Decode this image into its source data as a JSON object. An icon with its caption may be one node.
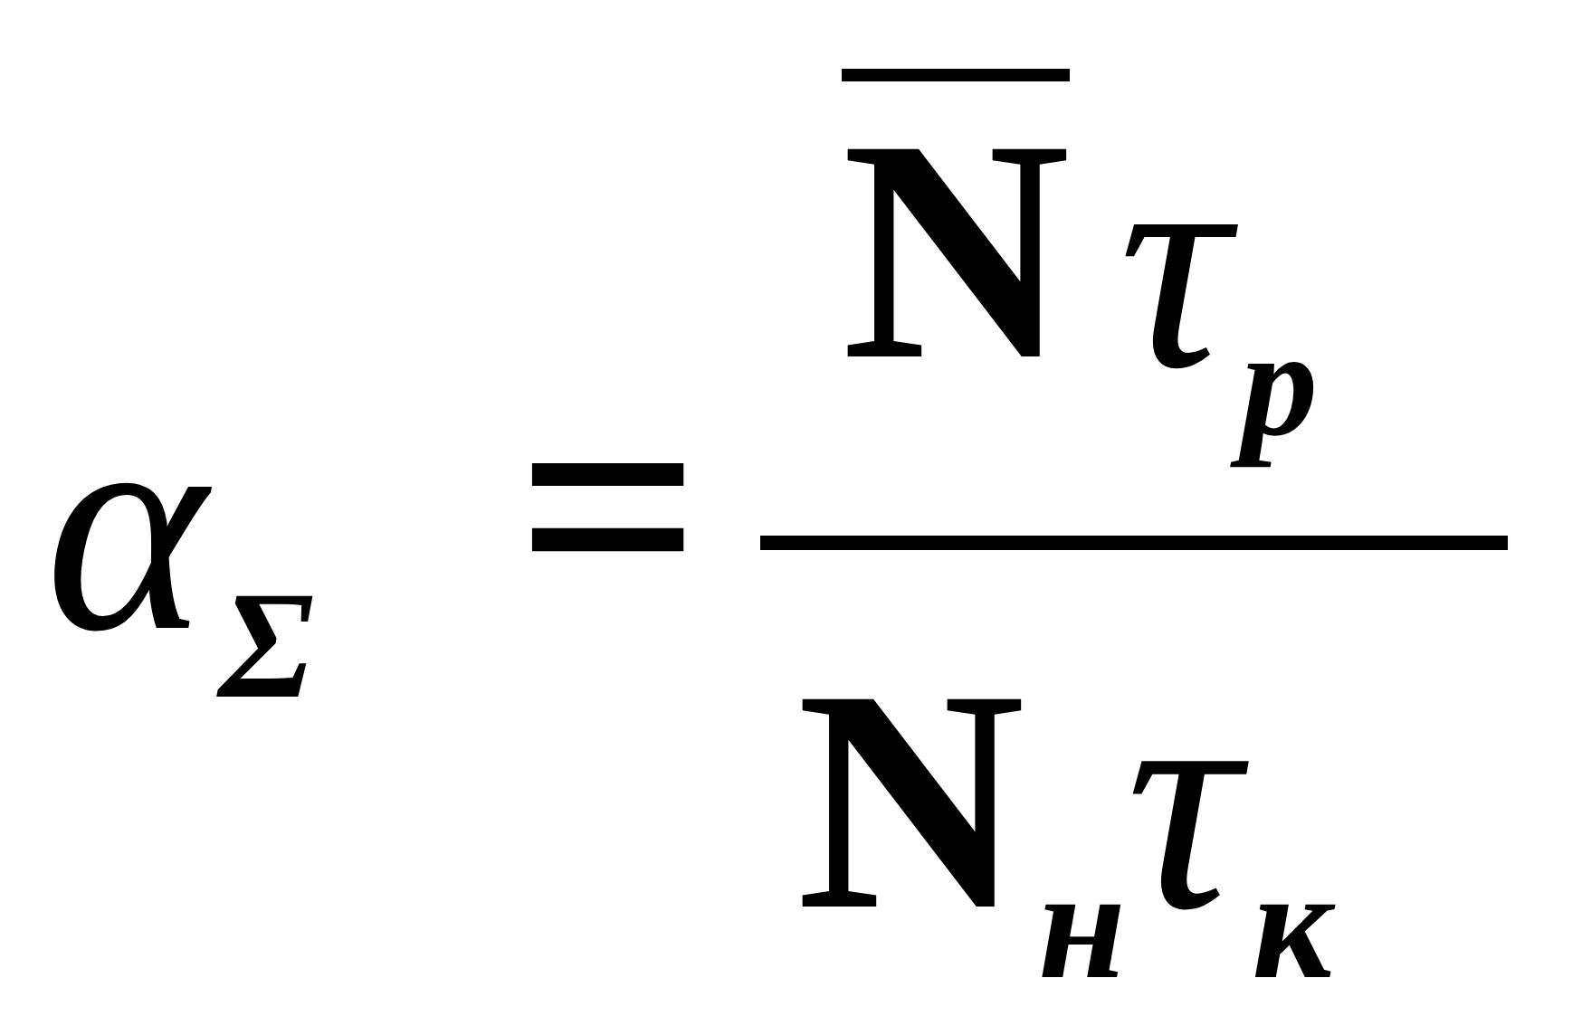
{
  "diagram": {
    "labels": [
      "α$_{Σ}$",
      "=",
      "N",
      "τ$_{p}$",
      "N$_{н}$τ$_{к}$"
    ]
  }
}
